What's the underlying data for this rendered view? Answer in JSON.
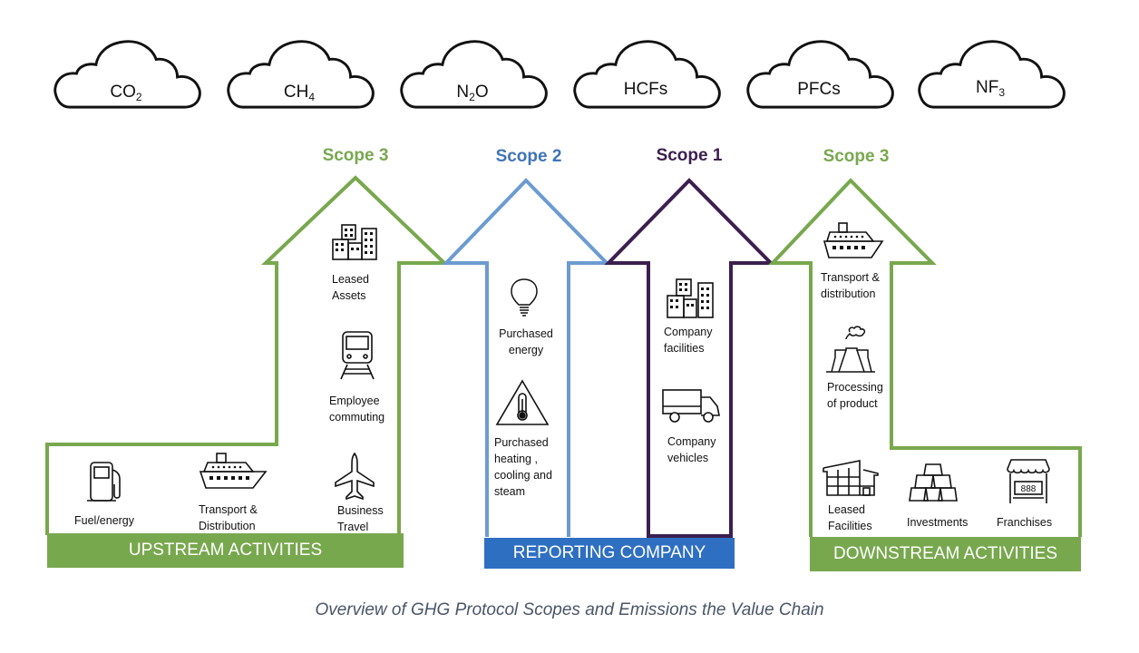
{
  "colors": {
    "scope3": "#78a84e",
    "scope2": "#6b9bd0",
    "scope1": "#3c1f4f",
    "reporting_bar": "#2f6fc2",
    "caption": "#4a5568",
    "scope2_label": "#3f74b8",
    "scope1_label": "#3c1f4f"
  },
  "gases": [
    {
      "base": "CO",
      "sub": "2",
      "icon": "cloud-icon"
    },
    {
      "base": "CH",
      "sub": "4",
      "icon": "cloud-icon"
    },
    {
      "base": "N",
      "sub": "2",
      "tail": "O",
      "icon": "cloud-icon"
    },
    {
      "base": "HCFs",
      "sub": "",
      "icon": "cloud-icon"
    },
    {
      "base": "PFCs",
      "sub": "",
      "icon": "cloud-icon"
    },
    {
      "base": "NF",
      "sub": "3",
      "icon": "cloud-icon"
    }
  ],
  "scopes": {
    "upstream": {
      "label": "Scope 3"
    },
    "scope2": {
      "label": "Scope 2"
    },
    "scope1": {
      "label": "Scope 1"
    },
    "downstream": {
      "label": "Scope 3"
    }
  },
  "upstream": {
    "bar_label": "UPSTREAM ACTIVITIES",
    "items": [
      {
        "label": "Leased\nAssets",
        "icon": "buildings-icon"
      },
      {
        "label": "Employee\ncommuting",
        "icon": "train-icon"
      },
      {
        "label": "Business\nTravel",
        "icon": "airplane-icon"
      },
      {
        "label": "Transport &\nDistribution",
        "icon": "ship-icon"
      },
      {
        "label": "Fuel/energy",
        "icon": "fuel-pump-icon"
      }
    ]
  },
  "reporting": {
    "bar_label": "REPORTING COMPANY",
    "scope2_items": [
      {
        "label": "Purchased\nenergy",
        "icon": "lightbulb-icon"
      },
      {
        "label": "Purchased\nheating ,\ncooling and\nsteam",
        "icon": "thermometer-warning-icon"
      }
    ],
    "scope1_items": [
      {
        "label": "Company\nfacilities",
        "icon": "buildings-icon"
      },
      {
        "label": "Company\nvehicles",
        "icon": "truck-icon"
      }
    ]
  },
  "downstream": {
    "bar_label": "DOWNSTREAM ACTIVITIES",
    "items": [
      {
        "label": "Transport &\ndistribution",
        "icon": "ship-icon"
      },
      {
        "label": "Processing\nof product",
        "icon": "factory-cooling-tower-icon"
      },
      {
        "label": "Leased\nFacilities",
        "icon": "warehouse-icon"
      },
      {
        "label": "Investments",
        "icon": "gold-bars-icon"
      },
      {
        "label": "Franchises",
        "icon": "storefront-icon"
      }
    ]
  },
  "caption": "Overview of GHG Protocol Scopes and Emissions the Value Chain"
}
